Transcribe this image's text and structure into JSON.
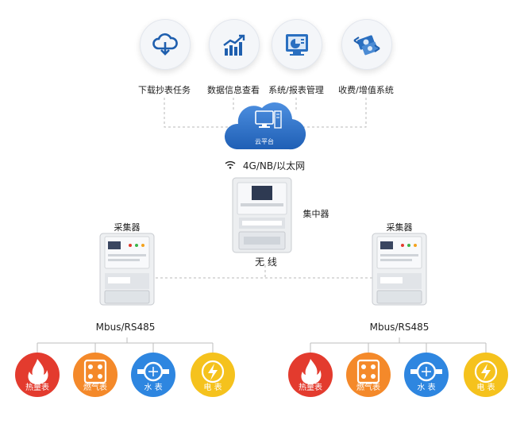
{
  "top_services": [
    {
      "label": "下载抄表任务",
      "icon": "cloud-download-icon"
    },
    {
      "label": "数据信息查看",
      "icon": "bar-chart-icon"
    },
    {
      "label": "系统/报表管理",
      "icon": "report-monitor-icon"
    },
    {
      "label": "收费/增值系统",
      "icon": "payment-exchange-icon"
    }
  ],
  "cloud": {
    "label": "云平台",
    "icon": "cloud-server-icon"
  },
  "network": {
    "label": "4G/NB/以太网",
    "icon": "wifi-icon"
  },
  "concentrator": {
    "label": "集中器"
  },
  "wireless": {
    "label": "无 线"
  },
  "collectors": [
    {
      "label": "采集器",
      "bus_label": "Mbus/RS485"
    },
    {
      "label": "采集器",
      "bus_label": "Mbus/RS485"
    }
  ],
  "meter_types": [
    {
      "label": "热量表",
      "icon": "flame-icon",
      "color": "#e33b2e"
    },
    {
      "label": "燃气表",
      "icon": "gas-meter-icon",
      "color": "#f4892a"
    },
    {
      "label": "水 表",
      "icon": "water-meter-icon",
      "color": "#2e86e0"
    },
    {
      "label": "电 表",
      "icon": "lightning-icon",
      "color": "#f5c21d"
    }
  ]
}
